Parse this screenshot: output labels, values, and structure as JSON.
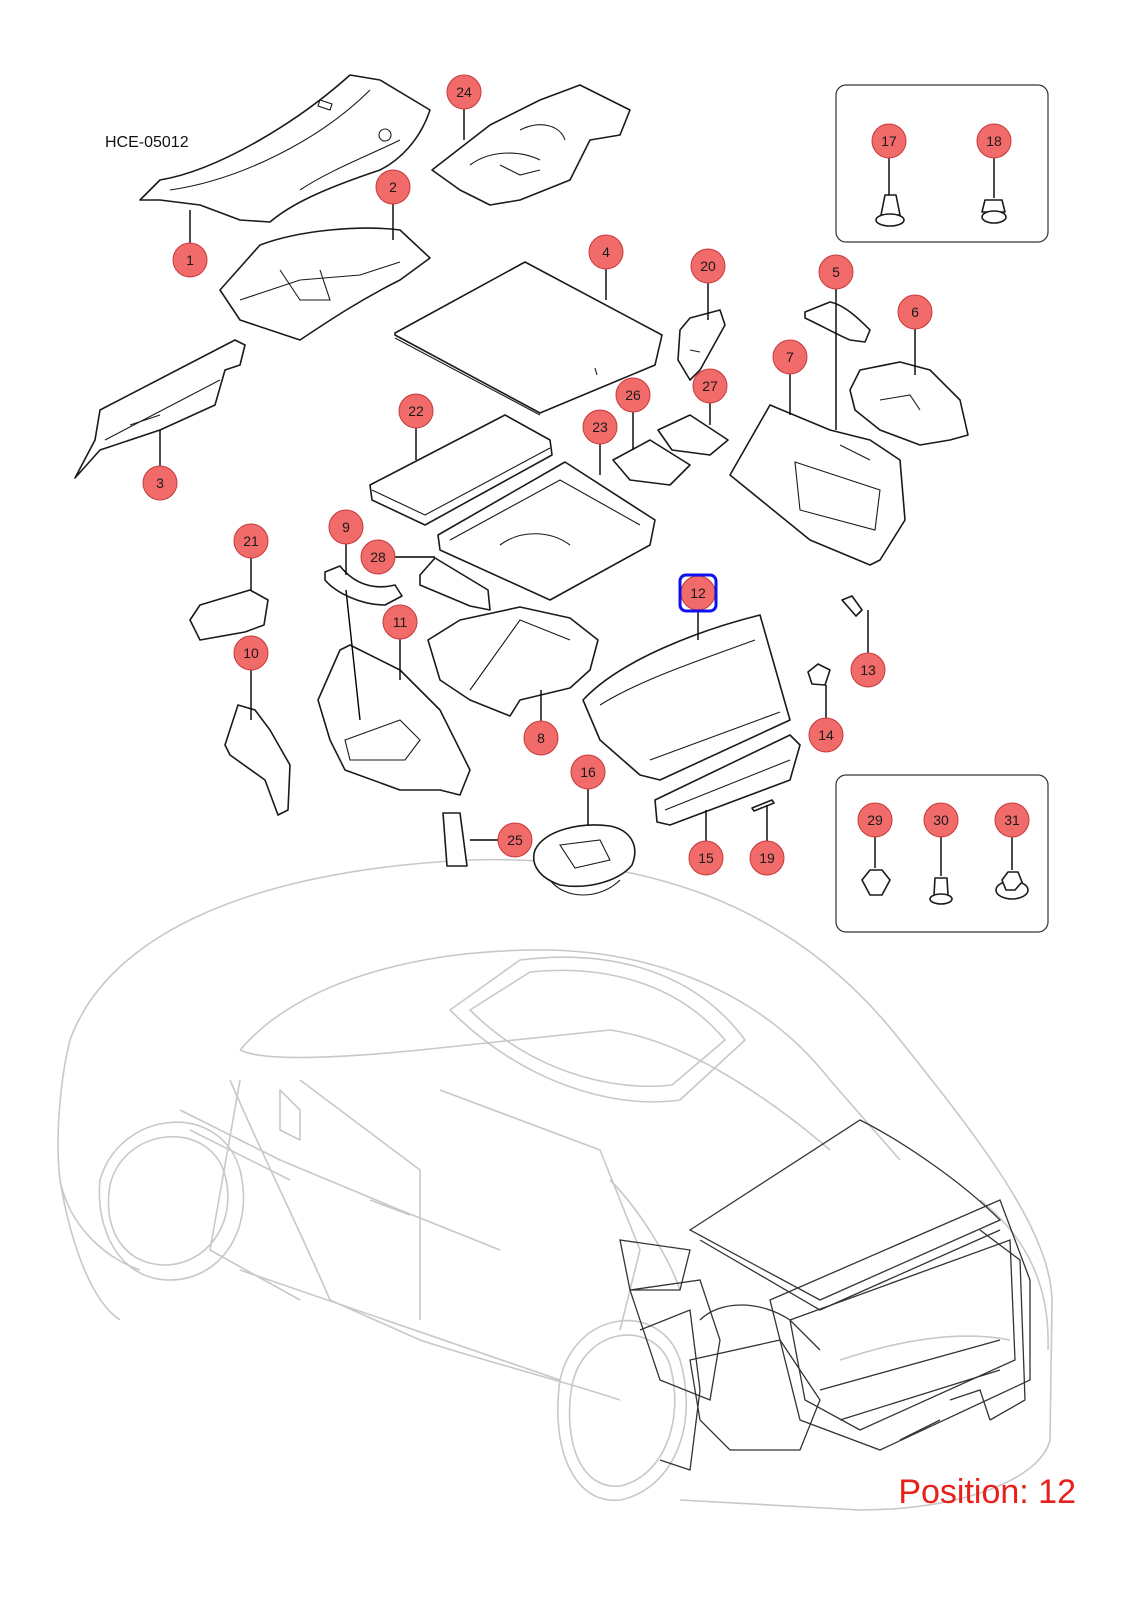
{
  "diagram_code": "HCE-05012",
  "position_label": "Position: 12",
  "highlighted_part": "12",
  "colors": {
    "callout_fill": "#f26b6b",
    "highlight": "#1111ee",
    "position_text": "#e8201a"
  },
  "callouts": [
    "1",
    "2",
    "3",
    "4",
    "5",
    "6",
    "7",
    "8",
    "9",
    "10",
    "11",
    "12",
    "13",
    "14",
    "15",
    "16",
    "17",
    "18",
    "19",
    "20",
    "21",
    "22",
    "23",
    "24",
    "25",
    "26",
    "27",
    "28",
    "29",
    "30",
    "31"
  ]
}
